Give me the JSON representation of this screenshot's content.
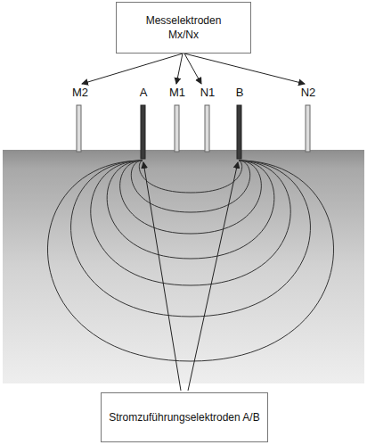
{
  "diagram": {
    "nodes": [
      {
        "text": [
          "Messelektroden",
          "Mx/Nx"
        ]
      },
      {
        "text": [
          "Stromzuführungselektroden A/B"
        ]
      }
    ],
    "labels": [
      "M2",
      "A",
      "M1",
      "N1",
      "B",
      "N2"
    ]
  }
}
